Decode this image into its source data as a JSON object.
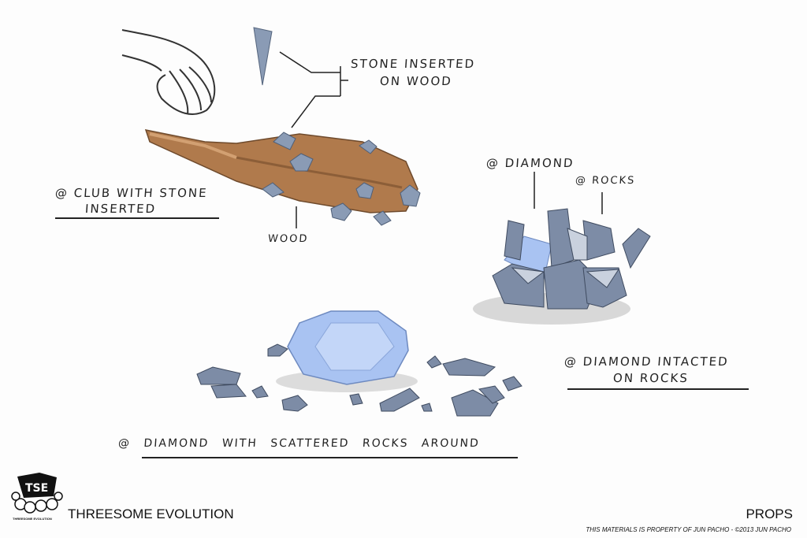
{
  "labels": {
    "stone_inserted_line1": "STONE INSERTED",
    "stone_inserted_line2": "ON WOOD",
    "club_line1": "@ CLUB WITH STONE",
    "club_line2": "INSERTED",
    "wood": "WOOD",
    "diamond": "@ DIAMOND",
    "rocks": "@ ROCKS",
    "intact_line1": "@ DIAMOND INTACTED",
    "intact_line2": "ON ROCKS",
    "scattered": "@ DIAMOND WITH SCATTERED ROCKS AROUND"
  },
  "footer": {
    "logo_text": "THREESOME EVOLUTION",
    "brand": "THREESOME EVOLUTION",
    "section": "PROPS",
    "copyright": "THIS MATERIALS IS PROPERTY OF JUN PACHO  -  ©2013 JUN PACHO"
  },
  "colors": {
    "wood": "#b07a4c",
    "stone": "#8a9bb5",
    "diamond": "#a9c3f2",
    "ink": "#222222"
  }
}
